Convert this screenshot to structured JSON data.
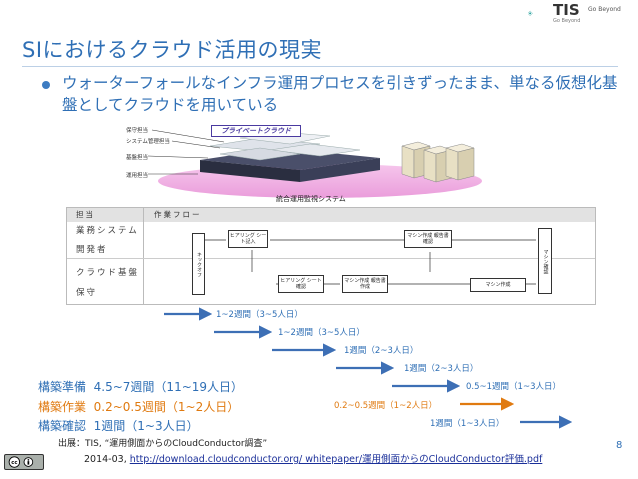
{
  "title": "SIにおけるクラウド活用の現実",
  "logo": {
    "name": "TIS",
    "sub": "Go Beyond",
    "right": "Go Beyond"
  },
  "bullet": "ウォーターフォールなインフラ運用プロセスを引きずったまま、単なる仮想化基盤としてクラウドを用いている",
  "illustration": {
    "labels": [
      "保守担当",
      "システム管理担当",
      "基盤担当",
      "運用担当"
    ],
    "private_cloud": "プライベートクラウド",
    "monitoring": "統合運用監視システム"
  },
  "workflow": {
    "header_role": "担当",
    "header_flow": "作業フロー",
    "roles": [
      {
        "line1": "業務システム",
        "line2": "開発者"
      },
      {
        "line1": "クラウド基盤",
        "line2": "保守"
      }
    ],
    "kickoff": "キックオフ",
    "hearing_entry": "ヒアリング シート記入",
    "hearing_check": "ヒアリング シート確認",
    "machine_report_check": "マシン作成 報告書確認",
    "machine_report": "マシン作成 報告書作成",
    "machine_create": "マシン作成",
    "machine_confirm": "マシン確認"
  },
  "gantt": [
    {
      "label": "1~2週間（3~5人日）",
      "color": "#2f6fb5"
    },
    {
      "label": "1~2週間（3~5人日）",
      "color": "#2f6fb5"
    },
    {
      "label": "1週間（2~3人日）",
      "color": "#2f6fb5"
    },
    {
      "label": "1週間（2~3人日）",
      "color": "#2f6fb5"
    },
    {
      "label": "0.5~1週間（1~3人日）",
      "color": "#2f6fb5"
    },
    {
      "label": "0.2~0.5週間（1~2人日）",
      "color": "#e07a10"
    },
    {
      "label": "1週間（1~3人日）",
      "color": "#2f6fb5"
    }
  ],
  "summary": [
    {
      "name": "構築準備",
      "value": "4.5~7週間（11~19人日）"
    },
    {
      "name": "構築作業",
      "value": "0.2~0.5週間（1~2人日）"
    },
    {
      "name": "構築確認",
      "value": "1週間（1~3人日）"
    }
  ],
  "source": {
    "line1": "出展：TIS, “運用側面からのCloudConductor調査”",
    "prefix": "2014-03, ",
    "link": "http://download.cloudconductor.org/ whitepaper/運用側面からのCloudConductor評価.pdf"
  },
  "page_number": "8",
  "colors": {
    "accent": "#2f6fb5",
    "orange": "#e07a10"
  }
}
